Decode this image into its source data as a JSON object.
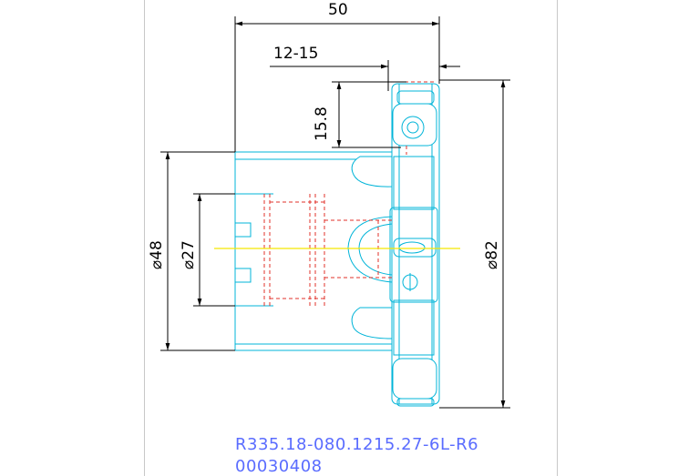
{
  "dimensions": {
    "overall_length": "50",
    "insert_width": "12-15",
    "insert_height": "15.8",
    "outer_diameter": "⌀82",
    "shank_diameter": "⌀48",
    "bore_diameter": "⌀27"
  },
  "part_number": "R335.18-080.1215.27-6L-R6",
  "item_code": "00030408",
  "colors": {
    "body_outline": "#00b4d8",
    "hidden_lines": "#e0302a",
    "center_axis": "#f5e600",
    "dimension_lines": "#000000",
    "caption_text": "#5a6cff"
  }
}
